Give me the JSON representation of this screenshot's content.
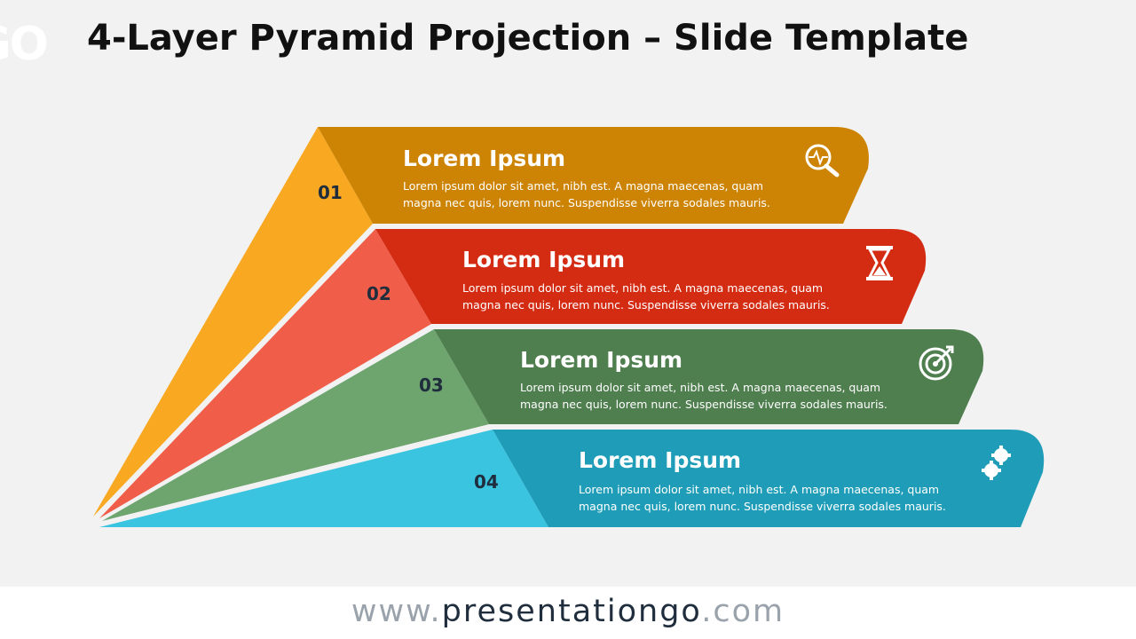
{
  "slide": {
    "logo_fragment": "GO",
    "title": "4-Layer Pyramid Projection – Slide Template"
  },
  "layers": [
    {
      "number": "01",
      "title": "Lorem Ipsum",
      "text_line1": "Lorem ipsum dolor sit amet, nibh est. A magna maecenas, quam",
      "text_line2": "magna nec quis, lorem nunc. Suspendisse viverra sodales mauris.",
      "icon": "analysis-magnifier-icon",
      "bar_color": "#cd8404",
      "side_color": "#f9a822"
    },
    {
      "number": "02",
      "title": "Lorem Ipsum",
      "text_line1": "Lorem ipsum dolor sit amet, nibh est. A magna maecenas, quam",
      "text_line2": "magna nec quis, lorem nunc. Suspendisse viverra sodales mauris.",
      "icon": "hourglass-icon",
      "bar_color": "#d42b13",
      "side_color": "#f05d48"
    },
    {
      "number": "03",
      "title": "Lorem Ipsum",
      "text_line1": "Lorem ipsum dolor sit amet, nibh est. A magna maecenas, quam",
      "text_line2": "magna nec quis, lorem nunc. Suspendisse viverra sodales mauris.",
      "icon": "target-icon",
      "bar_color": "#4f7e4f",
      "side_color": "#6ea56f"
    },
    {
      "number": "04",
      "title": "Lorem Ipsum",
      "text_line1": "Lorem ipsum dolor sit amet, nibh est. A magna maecenas, quam",
      "text_line2": "magna nec quis, lorem nunc. Suspendisse viverra sodales mauris.",
      "icon": "gears-icon",
      "bar_color": "#1f9db8",
      "side_color": "#3ac4e0"
    }
  ],
  "footer": {
    "url_prefix": "www.",
    "url_main": "presentationgo",
    "url_suffix": ".com"
  }
}
